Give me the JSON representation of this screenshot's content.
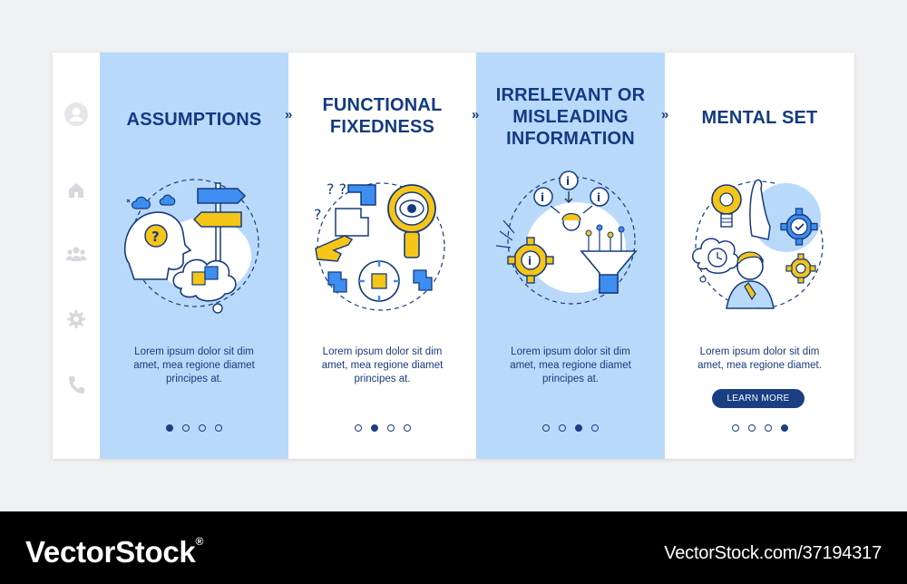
{
  "screens": [
    {
      "title_lines": [
        "ASSUMPTIONS"
      ],
      "body_lines": [
        "Lorem ipsum dolor sit dim",
        "amet, mea regione diamet",
        "principes at."
      ],
      "active_dot": 0,
      "illustration": "question-head-signpost-puzzle-icon"
    },
    {
      "title_lines": [
        "FUNCTIONAL",
        "FIXEDNESS"
      ],
      "body_lines": [
        "Lorem ipsum dolor sit dim",
        "amet, mea regione diamet",
        "principes at."
      ],
      "active_dot": 1,
      "illustration": "magnifier-eye-puzzle-icon"
    },
    {
      "title_lines": [
        "IRRELEVANT OR",
        "MISLEADING",
        "INFORMATION"
      ],
      "body_lines": [
        "Lorem ipsum dolor sit dim",
        "amet, mea regione diamet",
        "principes at."
      ],
      "active_dot": 2,
      "illustration": "info-gear-funnel-icon"
    },
    {
      "title_lines": [
        "MENTAL SET"
      ],
      "body_lines": [
        "Lorem ipsum dolor sit dim",
        "amet, mea regione diamet."
      ],
      "active_dot": 3,
      "illustration": "lightbulb-gears-thinker-icon",
      "button_label": "LEARN MORE"
    }
  ],
  "next_chevron": "»",
  "side_rail_icons": [
    "user-avatar-icon",
    "home-icon",
    "users-icon",
    "settings-gear-icon",
    "phone-icon"
  ],
  "footer": {
    "brand": "VectorStock",
    "brand_mark": "®",
    "image_id": "VectorStock.com/37194317"
  },
  "colors": {
    "panel_blue": "#b9d9fb",
    "navy": "#163b7c",
    "accent_yellow": "#f5c518",
    "accent_blue": "#3d8ef0"
  }
}
